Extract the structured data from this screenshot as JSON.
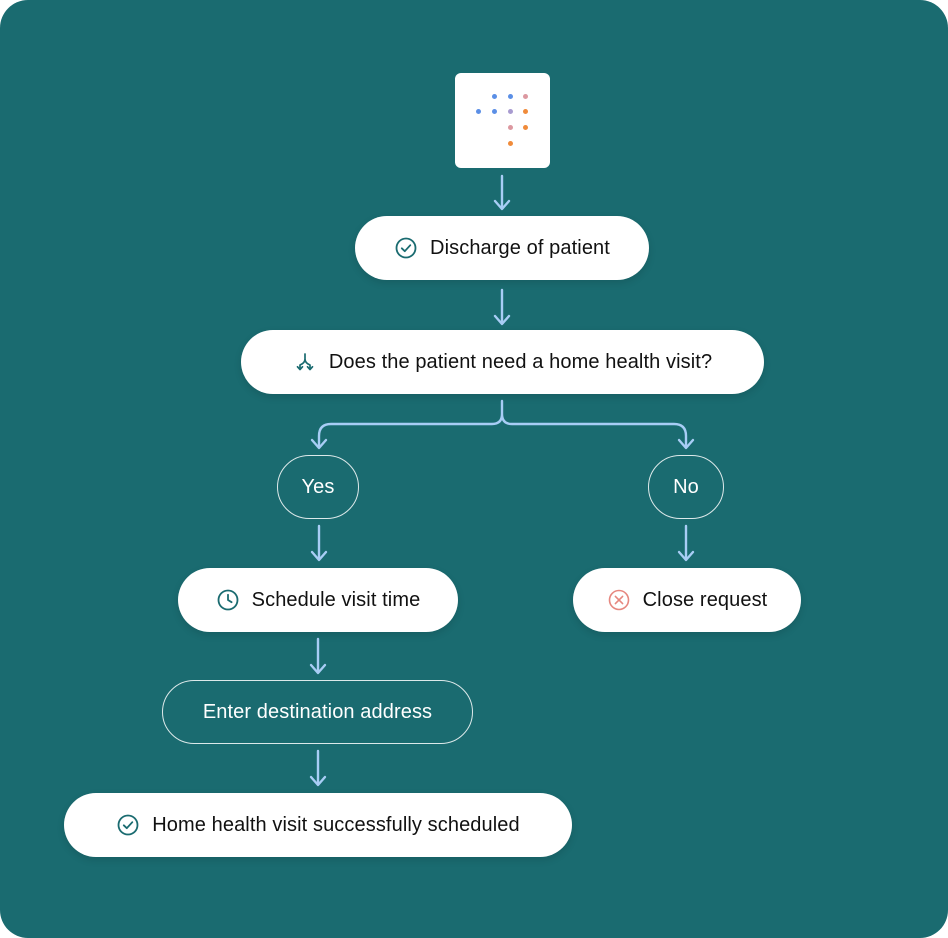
{
  "colors": {
    "background": "#1a6b70",
    "arrow": "#a8cdf5",
    "node_fill": "#ffffff",
    "node_text": "#111111",
    "icon_primary": "#1a6b70",
    "icon_close": "#e6877f",
    "logo_dot_blue": "#5b8fe6",
    "logo_dot_purple": "#a89bd0",
    "logo_dot_pink": "#dc98a0",
    "logo_dot_orange": "#f08b3a"
  },
  "logo": {
    "icon": "dot-grid-logo"
  },
  "nodes": {
    "discharge": {
      "label": "Discharge of patient",
      "icon": "check-circle-icon"
    },
    "question": {
      "label": "Does the patient need a home health visit?",
      "icon": "branch-split-icon"
    },
    "yes": {
      "label": "Yes"
    },
    "no": {
      "label": "No"
    },
    "schedule": {
      "label": "Schedule visit time",
      "icon": "clock-icon"
    },
    "close": {
      "label": "Close request",
      "icon": "close-circle-icon"
    },
    "address": {
      "label": "Enter destination address"
    },
    "success": {
      "label": "Home health visit successfully scheduled",
      "icon": "check-circle-icon"
    }
  }
}
